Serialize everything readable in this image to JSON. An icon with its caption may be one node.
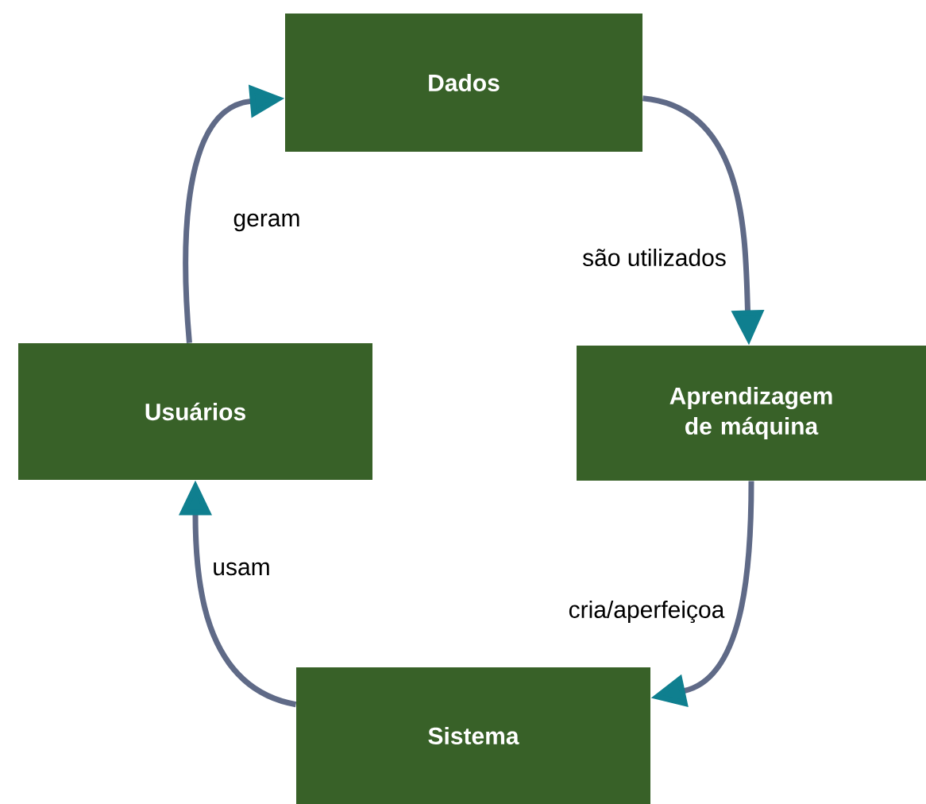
{
  "diagram": {
    "nodes": [
      {
        "text": [
          "Dados"
        ]
      },
      {
        "text": [
          "Aprendizagem de máquina"
        ]
      },
      {
        "text": [
          "Sistema"
        ]
      },
      {
        "text": [
          "Usuários"
        ]
      }
    ],
    "edges": [
      {
        "from": 0,
        "to": 1,
        "arrow": "to",
        "label": "são  utilizados"
      },
      {
        "from": 1,
        "to": 2,
        "arrow": "to",
        "label": "cria/aperfeiçoa"
      },
      {
        "from": 2,
        "to": 3,
        "arrow": "to",
        "label": "usam"
      },
      {
        "from": 3,
        "to": 0,
        "arrow": "to",
        "label": "geram"
      }
    ]
  }
}
